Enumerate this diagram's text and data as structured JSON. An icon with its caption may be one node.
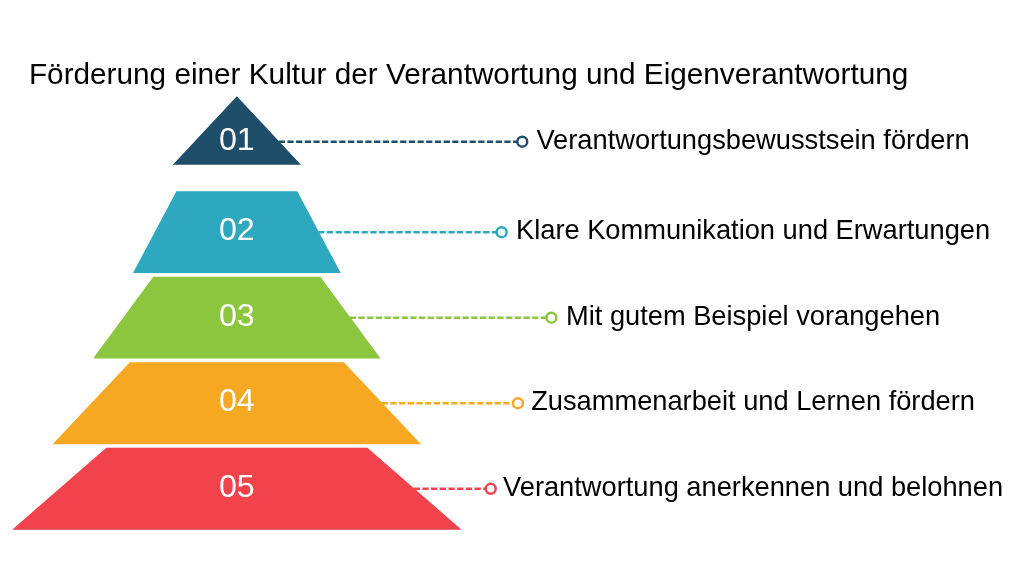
{
  "diagram": {
    "title": "Förderung einer Kultur der Verantwortung und Eigenverantwortung",
    "nodes": [
      {
        "text": [
          "01"
        ]
      },
      {
        "text": [
          "02"
        ]
      },
      {
        "text": [
          "03"
        ]
      },
      {
        "text": [
          "04"
        ]
      },
      {
        "text": [
          "05"
        ]
      },
      {
        "text": [
          "Verantwortungsbewusstsein fördern"
        ]
      },
      {
        "text": [
          "Klare Kommunikation und Erwartungen"
        ]
      },
      {
        "text": [
          "Mit gutem Beispiel vorangehen"
        ]
      },
      {
        "text": [
          "Zusammenarbeit und Lernen fördern"
        ]
      },
      {
        "text": [
          "Verantwortung anerkennen und belohnen"
        ]
      }
    ],
    "edges": [
      {
        "from": 0,
        "to": 5,
        "arrow": "other",
        "style": "dashed",
        "color": "#1f4e6b"
      },
      {
        "from": 1,
        "to": 6,
        "arrow": "other",
        "style": "dashed",
        "color": "#2ea8bf"
      },
      {
        "from": 2,
        "to": 7,
        "arrow": "other",
        "style": "dashed",
        "color": "#8cc63f"
      },
      {
        "from": 3,
        "to": 8,
        "arrow": "other",
        "style": "dashed",
        "color": "#f7a823"
      },
      {
        "from": 4,
        "to": 9,
        "arrow": "other",
        "style": "dashed",
        "color": "#f2424c"
      }
    ]
  }
}
